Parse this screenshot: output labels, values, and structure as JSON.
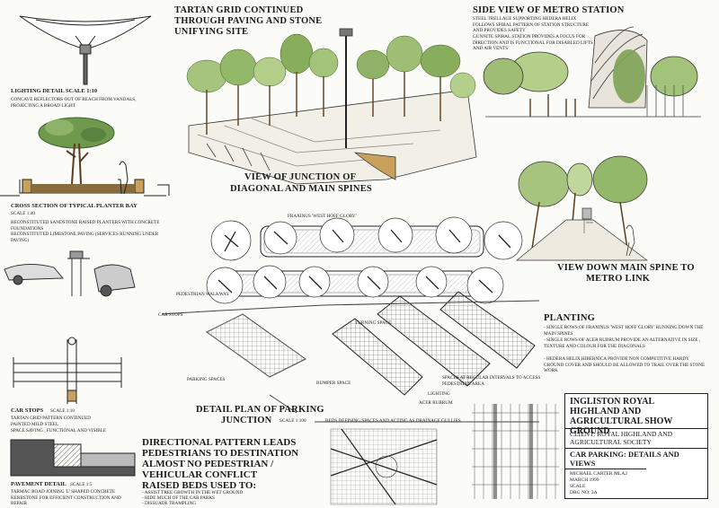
{
  "lighting": {
    "title": "LIGHTING DETAIL SCALE 1:10",
    "note": "CONCAVE REFLECTORS OUT OF REACH FROM VANDALS, PROJECTING A BROAD LIGHT"
  },
  "tartan": {
    "title_line1": "TARTAN GRID CONTINUED",
    "title_line2": "THROUGH PAVING AND STONE",
    "title_line3": "UNIFYING SITE"
  },
  "junction_view": {
    "line1": "VIEW OF JUNCTION OF",
    "line2": "DIAGONAL AND MAIN SPINES"
  },
  "metro": {
    "title": "SIDE VIEW OF METRO STATION",
    "note1": "STEEL TRELLAGE SUPPORTING HEDERA HELIX FOLLOWS SPIRAL PATTERN OF STATION STRUCTURE AND PROVIDES SAFETY",
    "note2": "GUNNITE SPIRAL STATION PROVIDES A FOCUS FOR DIRECTION AND IS FUNCTIONAL FOR DISABLED LIFTS AND AIR VENTS"
  },
  "planter": {
    "title": "CROSS SECTION OF TYPICAL PLANTER BAY",
    "scale": "SCALE 1:40",
    "note1": "RECONSTITUTED SANDSTONE RAISED PLANTERS WITH CONCRETE FOUNDATIONS",
    "note2": "RECONSTITUTED LIMESTONE PAVING (SERVICES RUNNING UNDER PAVING)"
  },
  "spine_view": {
    "line1": "VIEW DOWN MAIN SPINE TO",
    "line2": "METRO LINK"
  },
  "plan_labels": {
    "fraxinus": "FRAXINUS 'WEST HOFF GLORY'",
    "walkway": "PEDESTRIAN WALKWAY",
    "car_stops": "CAR STOPS",
    "turning": "TURNING SPACE",
    "paving": "PARKING SPACES",
    "bumper": "BUMPER SPACE",
    "spaces_access": "SPACES AT REGULAR INTERVALS TO ACCESS PEDESTRIAN AREA",
    "lighting": "LIGHTING",
    "acer": "ACER RUBRUM",
    "beds": "BEDS DEFINING SPACES AND ACTING AS DRAINAGE GULLIES"
  },
  "detail_plan": {
    "line1": "DETAIL PLAN OF PARKING",
    "line2": "JUNCTION",
    "scale": "SCALE 1:100"
  },
  "planting": {
    "title": "PLANTING",
    "b1": "- SINGLE ROWS OF FRAXINUS 'WEST HOFF GLORY' RUNNING DOWN THE MAIN SPINES",
    "b2": "- SINGLE ROWS OF ACER RUBRUM PROVIDE AN ALTERNATIVE IN SIZE , TEXTURE AND COLOUR FOR THE DIAGONALS",
    "b3": "- HEDERA HELIX HIBERNICA PROVIDE NON COMPETITIVE HARDY GROUND COVER AND SHOULD BE ALLOWED TO TRAIL OVER THE STONE WORK"
  },
  "carstops": {
    "title": "CAR STOPS",
    "scale": "SCALE 1:10",
    "note1": "TARTAN GRID PATTERN CONTINUED",
    "note2": "PAINTED MILD STEEL",
    "note3": "SPACE SAVING , FUNCTIONAL AND VISIBLE"
  },
  "pavement": {
    "title": "PAVEMENT DETAIL",
    "scale": "SCALE 1:5",
    "note": "TARMAC ROAD JOINING 'L' SHAPED CONCRETE KERBSTONE FOR EFFICIENT CONSTRUCTION AND REPAIR"
  },
  "directional": {
    "l1": "DIRECTIONAL PATTERN LEADS",
    "l2": "PEDESTRIANS TO DESTINATION",
    "l3": "ALMOST NO PEDESTRIAN /",
    "l4": "VEHICULAR CONFLICT",
    "l5": "RAISED BEDS USED TO:",
    "b1": "- ASSIST TREE GROWTH IN THE WET GROUND",
    "b2": "- HIDE MUCH OF THE CAR PARKS",
    "b3": "- DISSUADE TRAMPLING"
  },
  "titleblock": {
    "name1": "INGLISTON ROYAL",
    "name2": "HIGHLAND AND",
    "name3": "AGRICULTURAL SHOW GROUND",
    "client": "CLIENT: ROYAL HIGHLAND AND AGRICULTURAL SOCIETY",
    "subject1": "CAR PARKING: DETAILS AND",
    "subject2": "VIEWS",
    "author": "MICHAEL CARTER MLA2",
    "date": "MARCH 1999",
    "scale": "SCALE",
    "drg": "DRG NO: 3A"
  }
}
